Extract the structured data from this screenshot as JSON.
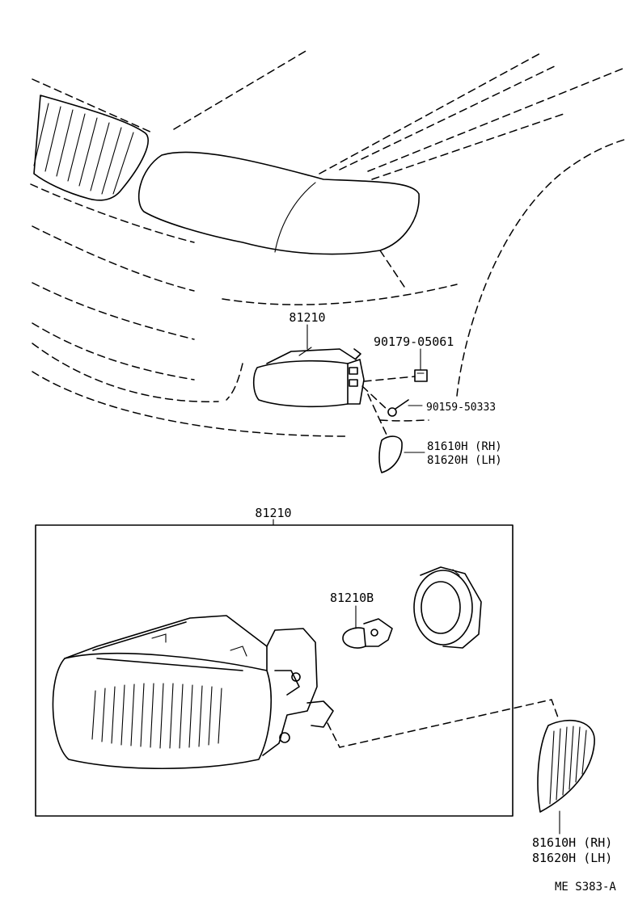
{
  "labels": {
    "top_assembly": "81210",
    "clip": "90179-05061",
    "screw": "90159-50333",
    "side_lamp_top_rh": "81610H (RH)",
    "side_lamp_top_lh": "81620H (LH)",
    "box_assembly": "81210",
    "bulb": "81210B",
    "side_lamp_bottom_rh": "81610H (RH)",
    "side_lamp_bottom_lh": "81620H (LH)",
    "figure_code": "ME S383-A"
  }
}
